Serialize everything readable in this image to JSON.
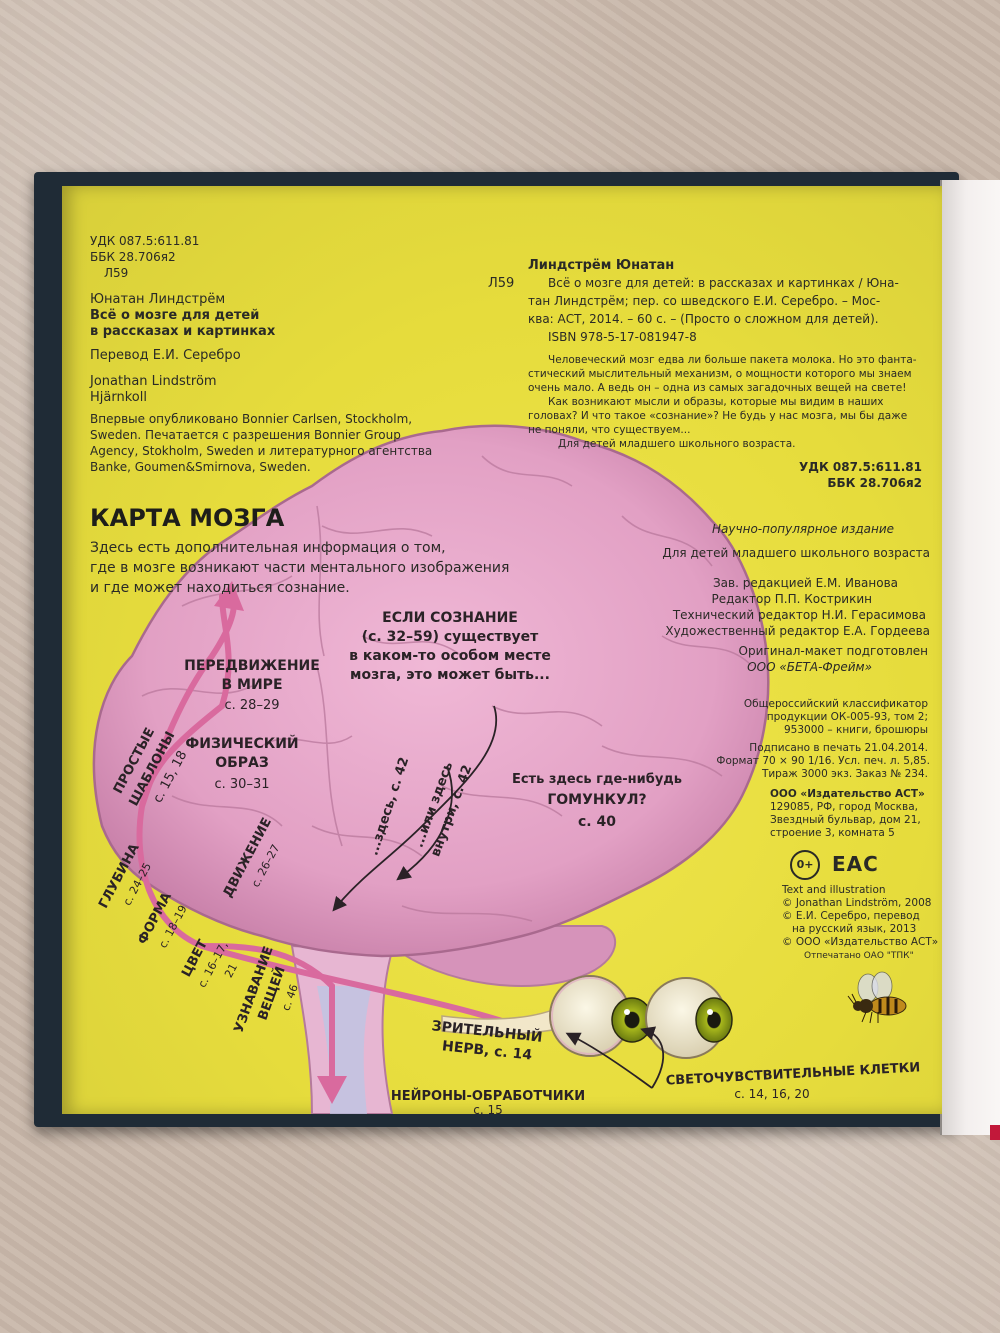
{
  "left_block": {
    "udk": "УДК 087.5:611.81",
    "bbk": "ББК 28.706я2",
    "code": "Л59",
    "author": "Юнатан Линдстрём",
    "title_line1": "Всё о мозге для детей",
    "title_line2": "в рассказах и картинках",
    "translation": "Перевод Е.И. Серебро",
    "orig_author": "Jonathan Lindström",
    "orig_title": "Hjärnkoll",
    "pub_line1": "Впервые опубликовано Bonnier Carlsen, Stockholm,",
    "pub_line2": "Sweden. Печатается с разрешения Bonnier Group",
    "pub_line3": "Agency, Stokholm, Sweden и литературного агентства",
    "pub_line4": "Banke, Goumen&Smirnova, Sweden."
  },
  "right_block": {
    "code": "Л59",
    "author": "Линдстрём Юнатан",
    "desc_line1": "Всё о мозге для детей: в рассказах и картинках / Юна-",
    "desc_line2": "тан Линдстрём; пер. со шведского Е.И. Серебро. – Мос-",
    "desc_line3": "ква: АСТ, 2014. – 60 с. – (Просто о сложном для детей).",
    "isbn": "ISBN 978-5-17-081947-8",
    "abs_line1": "Человеческий мозг едва ли больше пакета молока. Но это фанта-",
    "abs_line2": "стический мыслительный механизм, о мощности которого мы знаем",
    "abs_line3": "очень мало. А ведь он – одна из самых загадочных вещей на свете!",
    "abs_line4": "Как возникают мысли и образы, которые мы видим в наших",
    "abs_line5": "головах? И что такое «сознание»? Не будь у нас мозга, мы бы даже",
    "abs_line6": "не поняли, что существуем...",
    "abs_line7": "Для детей младшего школьного возраста.",
    "udk": "УДК 087.5:611.81",
    "bbk": "ББК 28.706я2"
  },
  "imprint": {
    "kind": "Научно-популярное издание",
    "audience": "Для детей младшего школьного возраста",
    "ed1": "Зав. редакцией Е.М. Иванова",
    "ed2": "Редактор П.П. Кострикин",
    "ed3": "Технический редактор Н.И. Герасимова",
    "ed4": "Художественный редактор Е.А. Гордеева",
    "ed5": "Оригинал-макет подготовлен",
    "ed6": "ООО «БЕТА-Фрейм»",
    "cls1": "Общероссийский классификатор",
    "cls2": "продукции ОК-005-93, том 2;",
    "cls3": "953000 – книги, брошюры",
    "print1": "Подписано в печать 21.04.2014.",
    "print2": "Формат 70 × 90 1/16. Усл. печ. л. 5,85.",
    "print3": "Тираж 3000 экз. Заказ № 234.",
    "pub1": "ООО «Издательство АСТ»",
    "pub2": "129085, РФ, город Москва,",
    "pub3": "Звездный бульвар, дом 21,",
    "pub4": "строение 3, комната 5",
    "age": "0+",
    "eac": "EAC",
    "c1": "Text and illustration",
    "c2": "© Jonathan Lindström, 2008",
    "c3": "© Е.И. Серебро, перевод",
    "c4": "на русский язык, 2013",
    "c5": "© ООО «Издательство АСТ»",
    "printer": "Отпечатано ОАО \"ТПК\""
  },
  "map": {
    "heading": "КАРТА МОЗГА",
    "intro1": "Здесь есть дополнительная информация о том,",
    "intro2": "где в мозге возникают части ментального изображения",
    "intro3": "и где может находиться сознание.",
    "consc1": "ЕСЛИ СОЗНАНИЕ",
    "consc2": "(с. 32–59) существует",
    "consc3": "в каком-то особом месте",
    "consc4": "мозга, это может быть...",
    "move1": "ПЕРЕДВИЖЕНИЕ",
    "move2": "В МИРЕ",
    "move3": "с. 28–29",
    "phys1": "ФИЗИЧЕСКИЙ",
    "phys2": "ОБРАЗ",
    "phys3": "с. 30–31",
    "homun1": "Есть здесь где-нибудь",
    "homun2": "ГОМУНКУЛ?",
    "homun3": "с. 40",
    "simple1": "ПРОСТЫЕ",
    "simple2": "ШАБЛОНЫ",
    "simple3": "с. 15, 18",
    "depth1": "ГЛУБИНА",
    "depth2": "с. 24–25",
    "form1": "ФОРМА",
    "form2": "с. 18–19",
    "color1": "ЦВЕТ",
    "color2": "с. 16–17,",
    "color3": "21",
    "motion1": "ДВИЖЕНИЕ",
    "motion2": "с. 26–27",
    "recog1": "УЗНАВАНИЕ",
    "recog2": "ВЕЩЕЙ",
    "recog3": "с. 46",
    "here": "...здесь, с. 42",
    "inside1": "...или здесь",
    "inside2": "внутри, с. 42",
    "nerve1": "ЗРИТЕЛЬНЫЙ",
    "nerve2": "НЕРВ, с. 14",
    "neur1": "НЕЙРОНЫ-ОБРАБОТЧИКИ",
    "neur2": "с. 15",
    "light1": "СВЕТОЧУВСТВИТЕЛЬНЫЕ КЛЕТКИ",
    "light2": "с. 14, 16, 20"
  },
  "colors": {
    "page": "#e8de42",
    "brain": "#e6a6c8",
    "arrow": "#d96a9e"
  }
}
